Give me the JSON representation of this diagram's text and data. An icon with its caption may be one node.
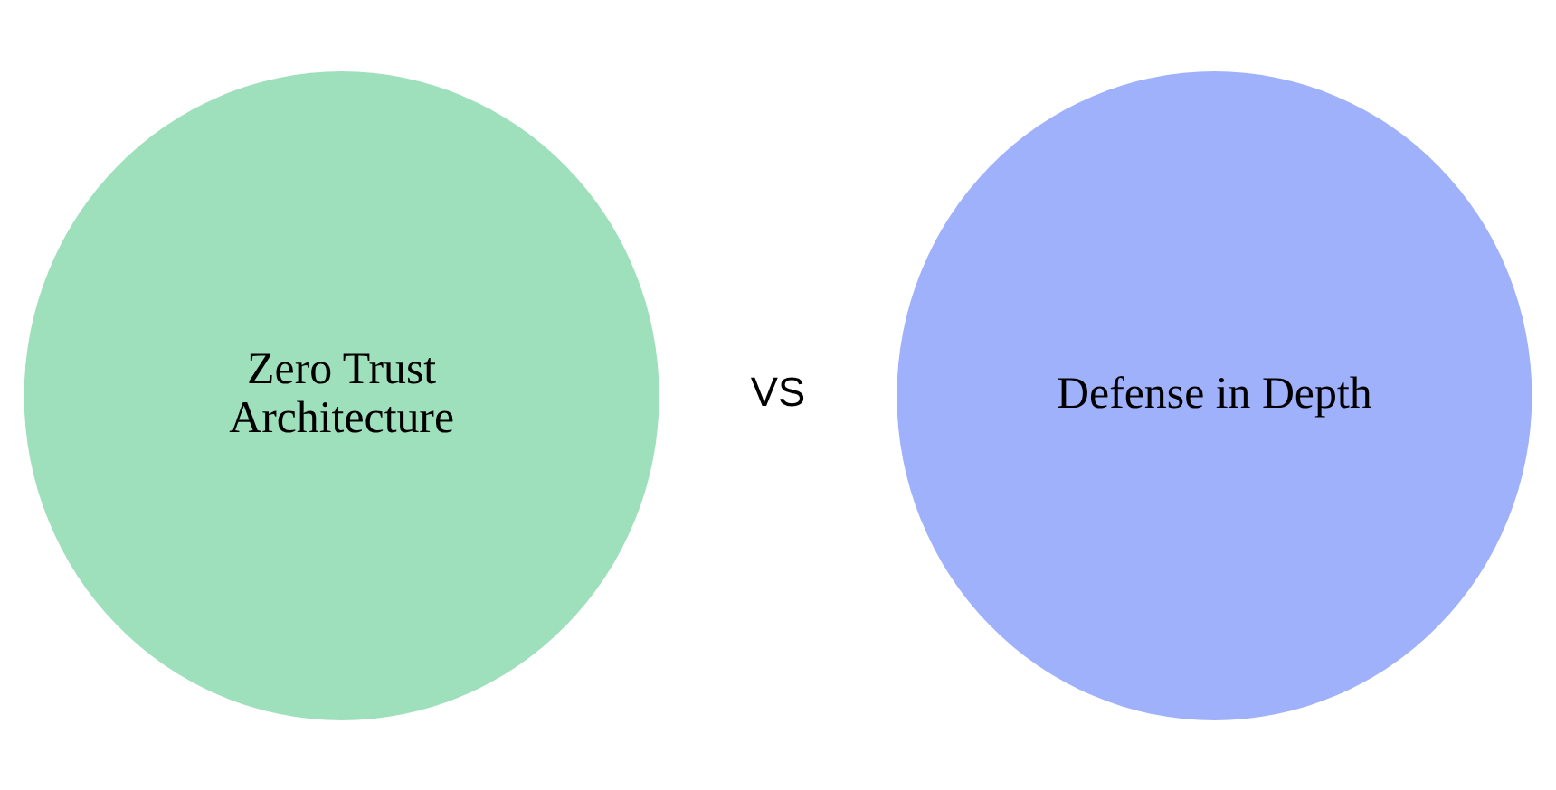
{
  "diagram": {
    "nodes": [
      {
        "text": [
          "Zero Trust Architecture"
        ]
      },
      {
        "text": [
          "Defense in Depth"
        ]
      }
    ],
    "edges": [],
    "labels": [
      "VS"
    ]
  }
}
